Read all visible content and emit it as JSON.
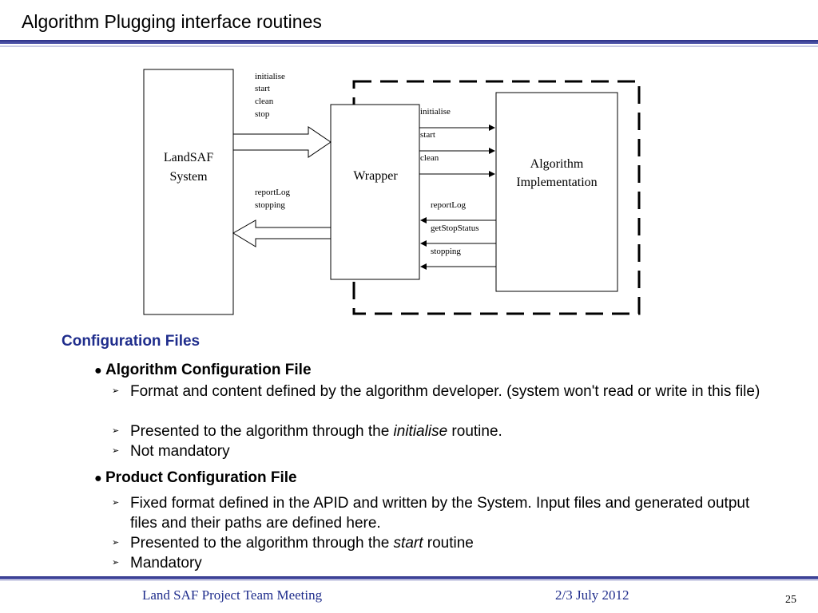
{
  "title": "Algorithm Plugging interface routines",
  "diagram": {
    "landsaf": [
      "LandSAF",
      "System"
    ],
    "wrapper": "Wrapper",
    "algorithm": [
      "Algorithm",
      "Implementation"
    ],
    "top_calls": [
      "initialise",
      "start",
      "clean",
      "stop"
    ],
    "bottom_calls": [
      "reportLog",
      "stopping"
    ],
    "right_calls": [
      "initialise",
      "start",
      "clean"
    ],
    "callbacks": [
      "reportLog",
      "getStopStatus",
      "stopping"
    ]
  },
  "section": {
    "heading": "Configuration Files",
    "groups": [
      {
        "label": "Algorithm Configuration File",
        "items": [
          {
            "pre": "Format and content defined by the algorithm developer. (system won't read or write in this file)",
            "em": "",
            "post": ""
          },
          {
            "pre": "Presented to the algorithm through the ",
            "em": "initialise",
            "post": " routine."
          },
          {
            "pre": "Not mandatory",
            "em": "",
            "post": ""
          }
        ]
      },
      {
        "label": "Product Configuration File",
        "items": [
          {
            "pre": "Fixed format defined in the APID and written by the System. Input files and generated output files and their paths are defined here.",
            "em": "",
            "post": ""
          },
          {
            "pre": "Presented to the algorithm through the ",
            "em": "start",
            "post": " routine"
          },
          {
            "pre": "Mandatory",
            "em": "",
            "post": ""
          }
        ]
      }
    ]
  },
  "footer": {
    "left": "Land SAF Project Team Meeting",
    "center": "2/3 July 2012",
    "page": "25"
  },
  "colors": {
    "accent": "#1f2d8c",
    "rule": "#2a2f86"
  }
}
